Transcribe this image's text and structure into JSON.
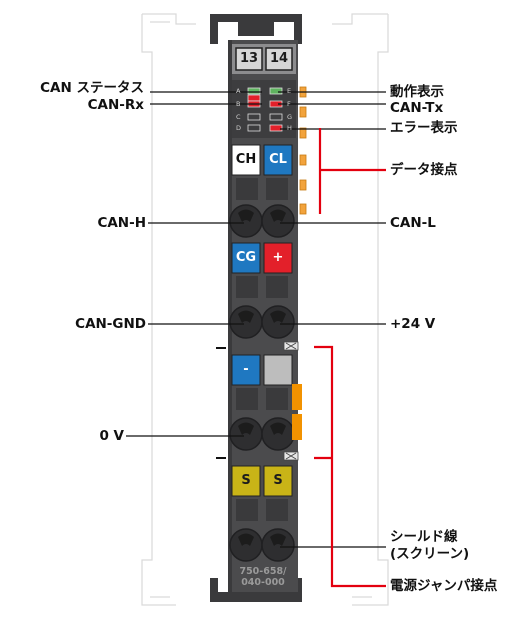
{
  "module": {
    "terminal_numbers": [
      "13",
      "14"
    ],
    "part_number_line1": "750-658/",
    "part_number_line2": "040-000",
    "led_letters_left": [
      "A",
      "B",
      "C",
      "D"
    ],
    "led_letters_right": [
      "E",
      "F",
      "G",
      "H"
    ]
  },
  "terminals": {
    "ch": "CH",
    "cl": "CL",
    "cg": "CG",
    "plus": "+",
    "minus": "-",
    "s1": "S",
    "s2": "S"
  },
  "labels_left": {
    "can_status": "CAN ステータス",
    "can_rx": "CAN-Rx",
    "can_h": "CAN-H",
    "can_gnd": "CAN-GND",
    "zero_v": "0 V"
  },
  "labels_right": {
    "operation_display": "動作表示",
    "can_tx": "CAN-Tx",
    "error_display": "エラー表示",
    "data_contacts": "データ接点",
    "can_l": "CAN-L",
    "plus_24v": "+24 V",
    "shield_line1": "シールド線",
    "shield_line2": "(スクリーン)",
    "power_jumper": "電源ジャンパ接点"
  },
  "colors": {
    "body": "#4b4b4d",
    "body_dark": "#3a3a3c",
    "ch_white": "#ffffff",
    "cl_blue": "#1f78c1",
    "cg_blue": "#1f78c1",
    "plus_red": "#e3202a",
    "minus_blue": "#1f78c1",
    "shield_yellow": "#c9b417",
    "jumper_orange": "#f29200",
    "callout_red": "#e3000f",
    "led_green": "#5fb35f",
    "led_red": "#e3202a"
  }
}
